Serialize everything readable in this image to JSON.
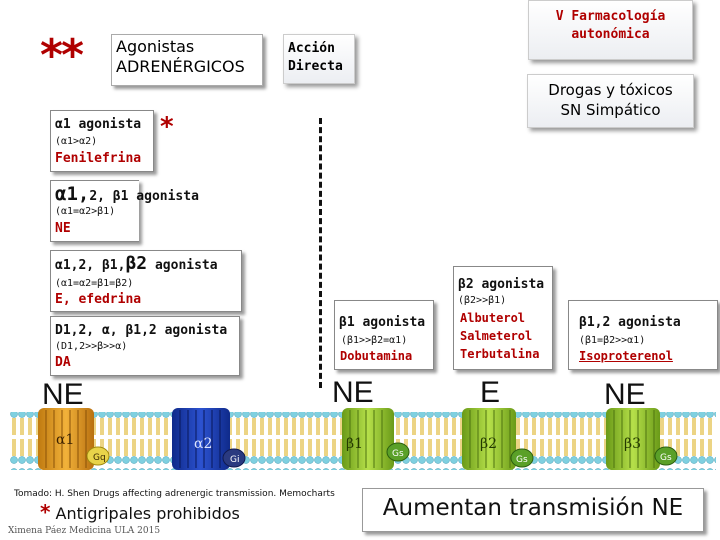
{
  "header": {
    "asterisks": "**",
    "title_line1": "Agonistas",
    "title_line2": "ADRENÉRGICOS",
    "accion_line1": "Acción",
    "accion_line2": "Directa",
    "farma_line1": "V Farmacología",
    "farma_line2": "autonómica",
    "drogas_line1": "Drogas y tóxicos",
    "drogas_line2": "SN Simpático"
  },
  "left_boxes": [
    {
      "title": "α1 agonista",
      "selectivity": "(α1>α2)",
      "drug": "Fenilefrina"
    },
    {
      "title_big": "α1,",
      "title_rest": "2, β1 agonista",
      "selectivity": "(α1=α2>β1)",
      "drug": "NE"
    },
    {
      "title_a": "α1,2, β1,",
      "title_big": "β2",
      "title_rest": " agonista",
      "selectivity": "(α1=α2=β1=β2)",
      "drug": "E, efedrina"
    },
    {
      "title": "D1,2, α, β1,2 agonista",
      "selectivity": "(D1,2>>β>>α)",
      "drug": "DA"
    }
  ],
  "star_mark": "*",
  "right_boxes": [
    {
      "title": "β1 agonista",
      "selectivity": "(β1>>β2=α1)",
      "drugs": [
        "Dobutamina"
      ]
    },
    {
      "title": "β2 agonista",
      "selectivity": "(β2>>β1)",
      "drugs": [
        "Albuterol",
        "Salmeterol",
        "Terbutalina"
      ]
    },
    {
      "title": "β1,2 agonista",
      "selectivity": "(β1=β2>>α1)",
      "drugs": [
        "Isoproterenol"
      ]
    }
  ],
  "ligands": [
    "NE",
    "NE",
    "E",
    "NE"
  ],
  "receptors": [
    {
      "name": "α1",
      "protein": "Gq",
      "color": "#e8a21c"
    },
    {
      "name": "α2",
      "protein": "Gi",
      "color": "#1e3fb5"
    },
    {
      "name": "β1",
      "protein": "Gs",
      "color": "#9acd32"
    },
    {
      "name": "β2",
      "protein": "Gs",
      "color": "#9acd32"
    },
    {
      "name": "β3",
      "protein": "Gs",
      "color": "#9acd32"
    }
  ],
  "footer": {
    "source": "Tomado: H. Shen Drugs affecting adrenergic transmission. Memocharts",
    "note_star": "*",
    "note_text": " Antigripales prohibidos",
    "author": "Ximena Páez Medicina ULA 2015",
    "banner": "Aumentan transmisión NE"
  },
  "colors": {
    "drug_red": "#b00000",
    "membrane_head": "#7fd0e0",
    "membrane_tail": "#e0b830"
  }
}
